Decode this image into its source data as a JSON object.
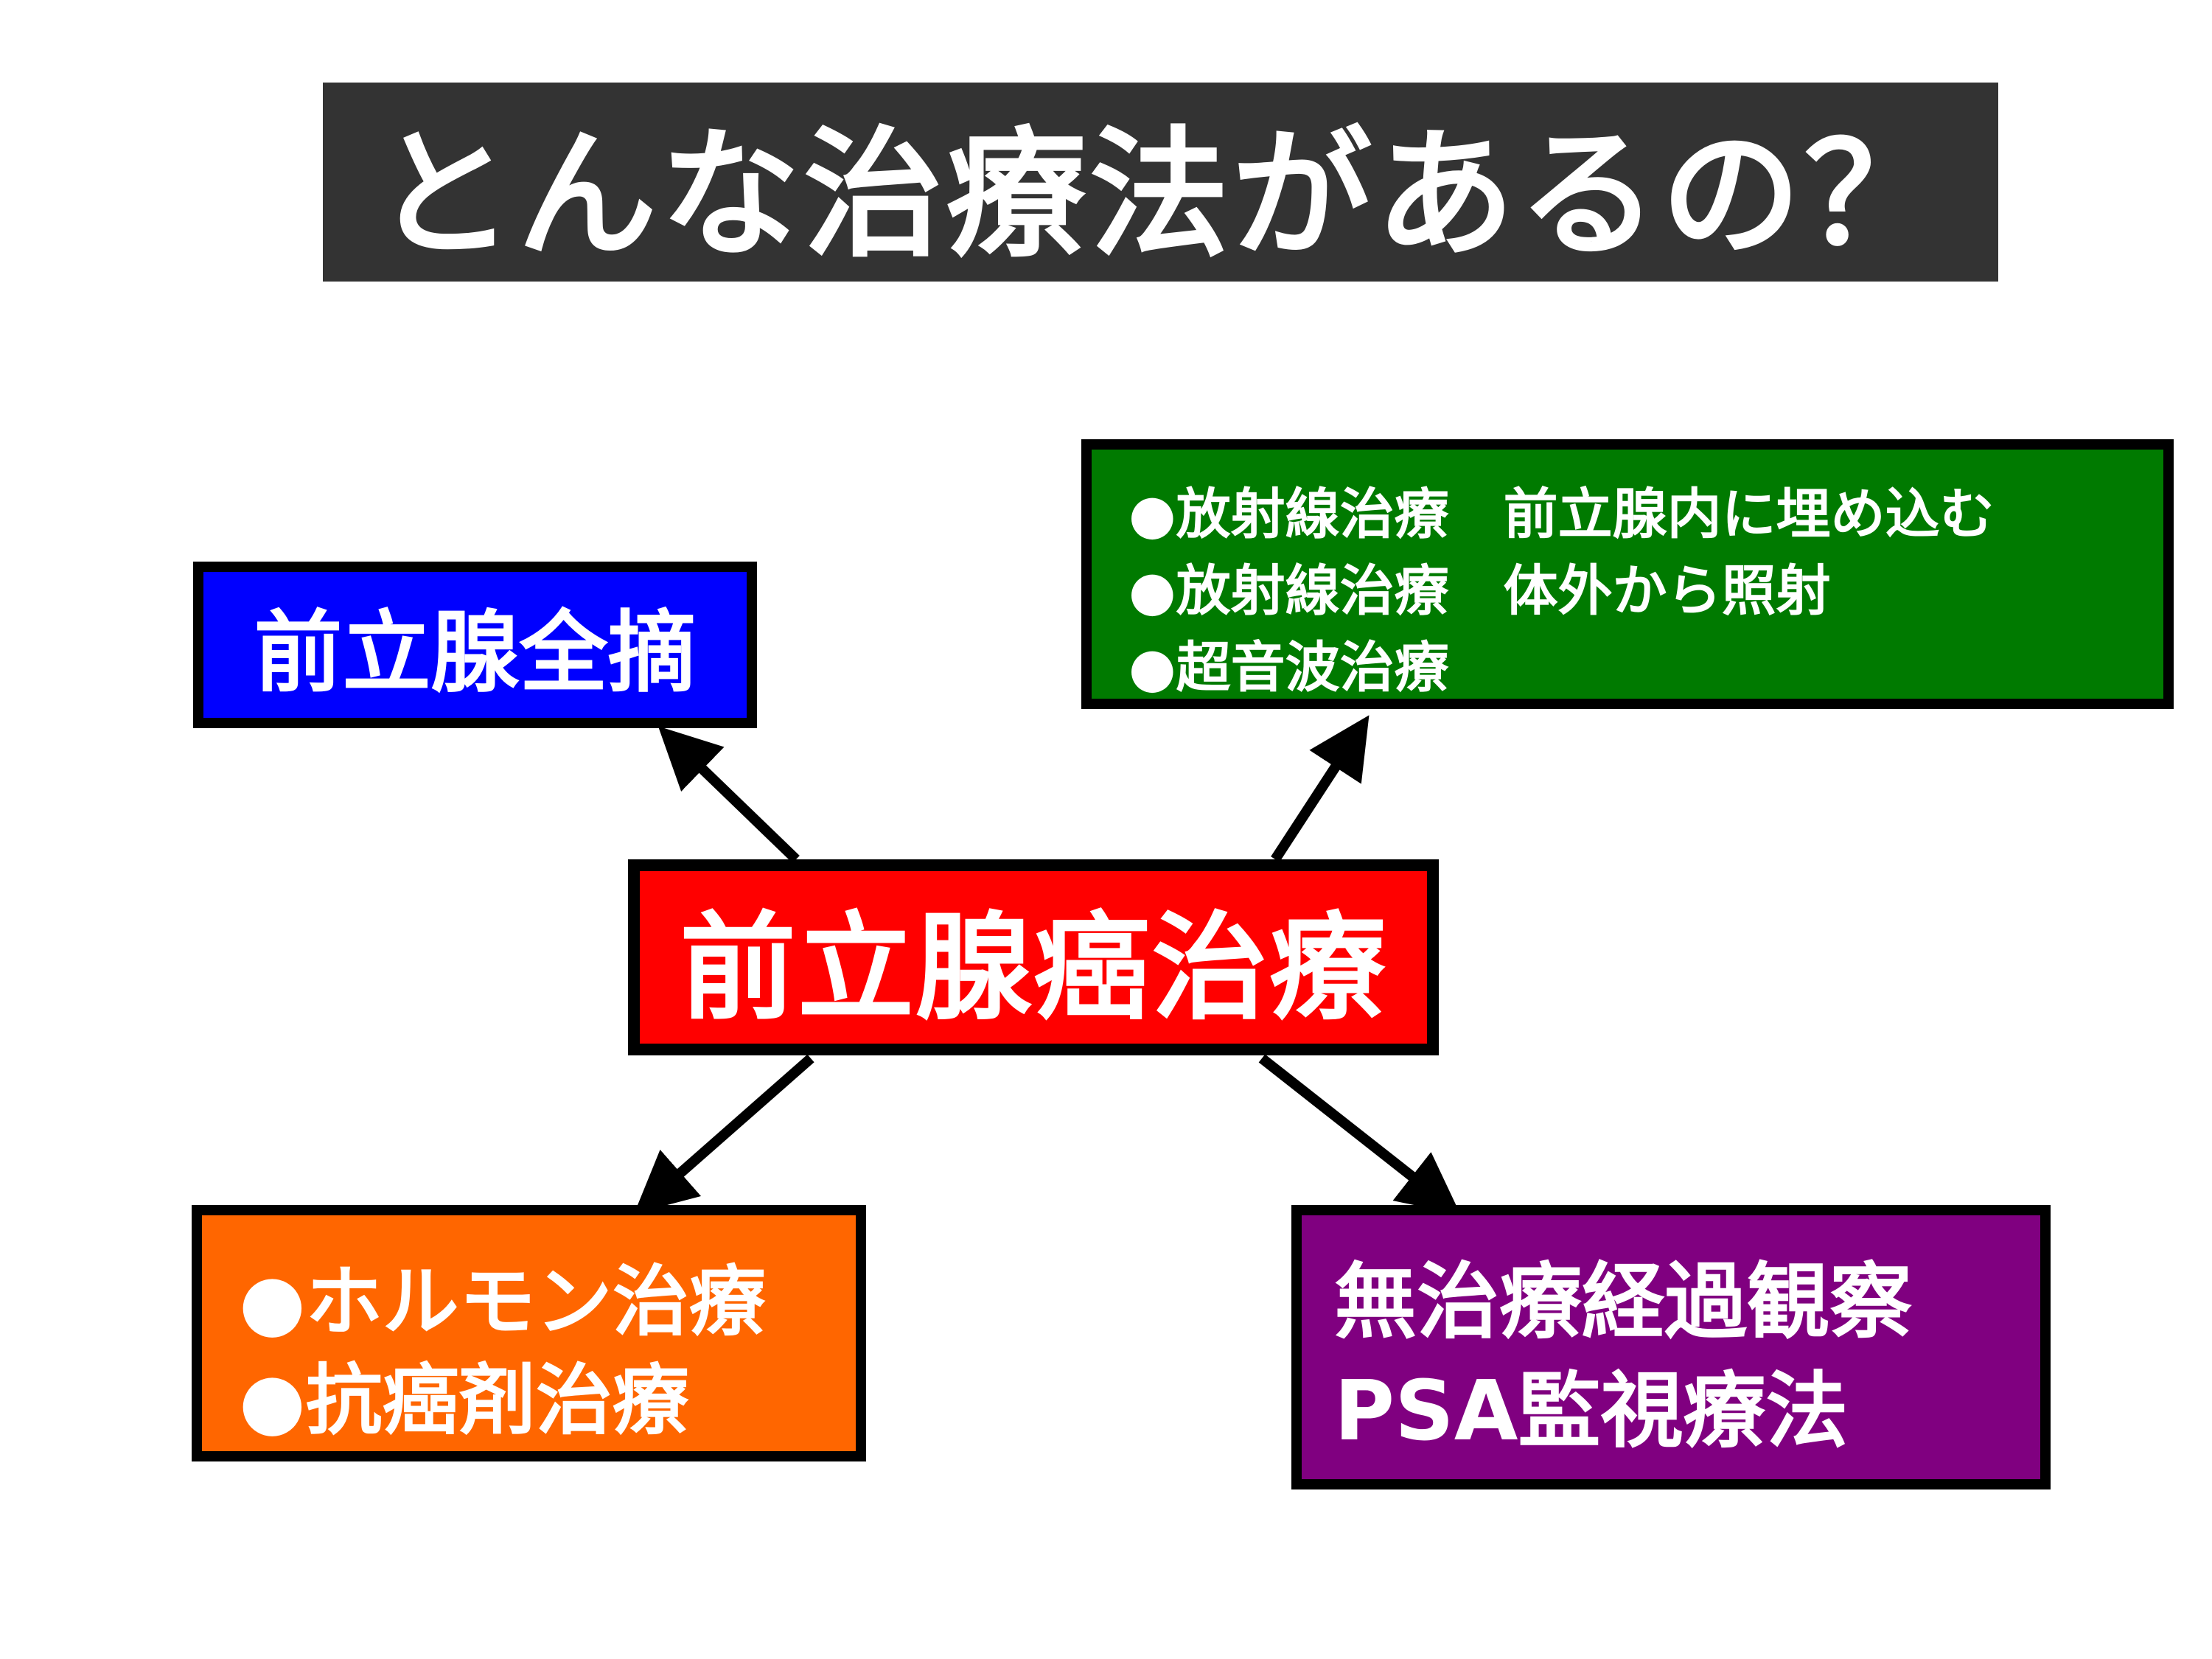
{
  "title": "とんな治療法があるの？",
  "center": {
    "label": "前立腺癌治療",
    "color": "#ff0000"
  },
  "top_left": {
    "label": "前立腺全摘",
    "color": "#0000ff"
  },
  "top_right": {
    "color": "#007a00",
    "lines": [
      "●放射線治療　前立腺内に埋め込む",
      "●放射線治療　体外から照射",
      "●超音波治療"
    ]
  },
  "bottom_left": {
    "color": "#ff6600",
    "lines": [
      "●ホルモン治療",
      "●抗癌剤治療"
    ]
  },
  "bottom_right": {
    "color": "#800080",
    "lines": [
      "無治療経過観察",
      "PSA監視療法"
    ]
  }
}
